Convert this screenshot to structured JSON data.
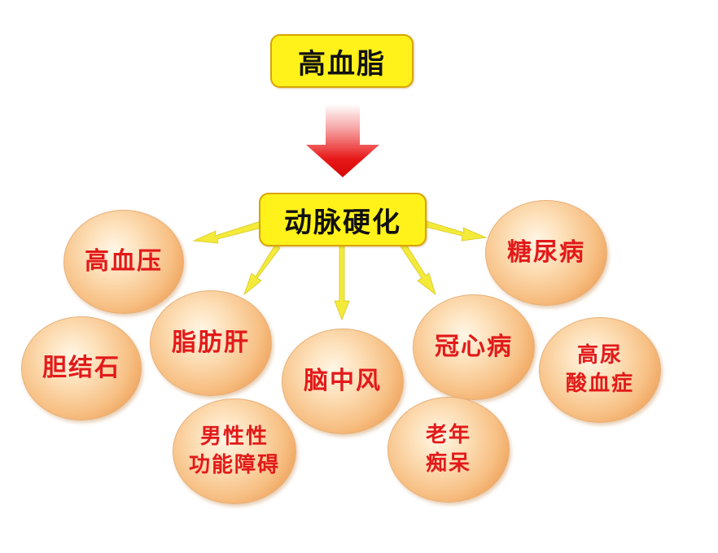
{
  "top_box": {
    "label": "高血脂"
  },
  "mid_box": {
    "label": "动脉硬化"
  },
  "colors": {
    "box_fill": "#fff21a",
    "box_border": "#d9a400",
    "arrow_red": "#e01010",
    "connector_yellow": "#f3ea3a",
    "disease_text": "#e21a1a",
    "bubble_fill": "#f7bf83"
  },
  "diseases": [
    {
      "id": "hypertension",
      "line1": "高血压",
      "line2": ""
    },
    {
      "id": "diabetes",
      "line1": "糖尿病",
      "line2": ""
    },
    {
      "id": "gallstones",
      "line1": "胆结石",
      "line2": ""
    },
    {
      "id": "fatty-liver",
      "line1": "脂肪肝",
      "line2": ""
    },
    {
      "id": "stroke",
      "line1": "脑中风",
      "line2": ""
    },
    {
      "id": "coronary",
      "line1": "冠心病",
      "line2": ""
    },
    {
      "id": "hyperuricemia",
      "line1": "高尿",
      "line2": "酸血症"
    },
    {
      "id": "male-dysfunction",
      "line1": "男性性",
      "line2": "功能障碍"
    },
    {
      "id": "dementia",
      "line1": "老年",
      "line2": "痴呆"
    }
  ]
}
